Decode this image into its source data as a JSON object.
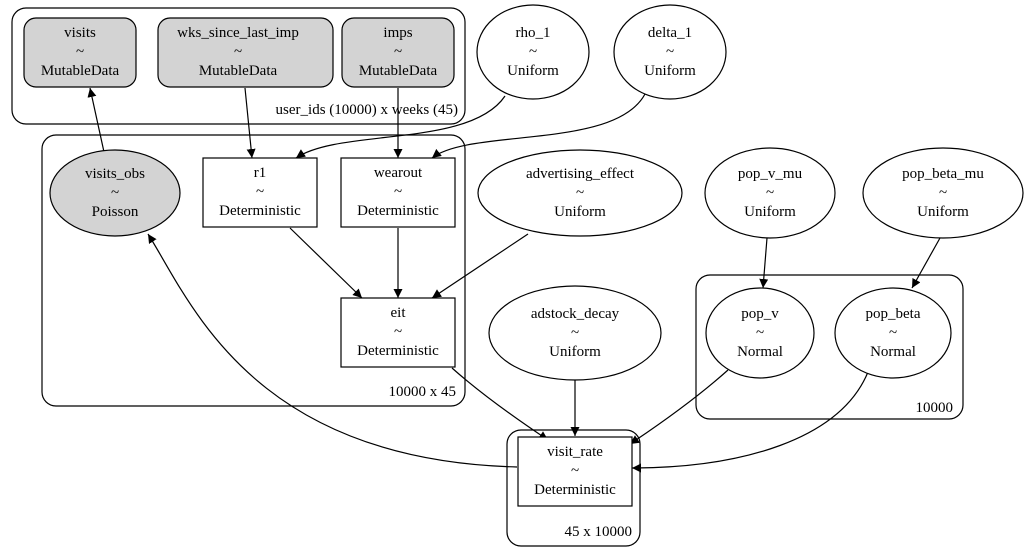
{
  "colors": {
    "observed_fill": "#d3d3d3",
    "latent_fill": "#ffffff",
    "stroke": "#000000"
  },
  "nodes": {
    "visits": {
      "name": "visits",
      "tilde": "~",
      "dist": "MutableData"
    },
    "wks_since_last_imp": {
      "name": "wks_since_last_imp",
      "tilde": "~",
      "dist": "MutableData"
    },
    "imps": {
      "name": "imps",
      "tilde": "~",
      "dist": "MutableData"
    },
    "rho_1": {
      "name": "rho_1",
      "tilde": "~",
      "dist": "Uniform"
    },
    "delta_1": {
      "name": "delta_1",
      "tilde": "~",
      "dist": "Uniform"
    },
    "visits_obs": {
      "name": "visits_obs",
      "tilde": "~",
      "dist": "Poisson"
    },
    "r1": {
      "name": "r1",
      "tilde": "~",
      "dist": "Deterministic"
    },
    "wearout": {
      "name": "wearout",
      "tilde": "~",
      "dist": "Deterministic"
    },
    "advertising_effect": {
      "name": "advertising_effect",
      "tilde": "~",
      "dist": "Uniform"
    },
    "pop_v_mu": {
      "name": "pop_v_mu",
      "tilde": "~",
      "dist": "Uniform"
    },
    "pop_beta_mu": {
      "name": "pop_beta_mu",
      "tilde": "~",
      "dist": "Uniform"
    },
    "eit": {
      "name": "eit",
      "tilde": "~",
      "dist": "Deterministic"
    },
    "adstock_decay": {
      "name": "adstock_decay",
      "tilde": "~",
      "dist": "Uniform"
    },
    "pop_v": {
      "name": "pop_v",
      "tilde": "~",
      "dist": "Normal"
    },
    "pop_beta": {
      "name": "pop_beta",
      "tilde": "~",
      "dist": "Normal"
    },
    "visit_rate": {
      "name": "visit_rate",
      "tilde": "~",
      "dist": "Deterministic"
    }
  },
  "plates": {
    "user_weeks": "user_ids (10000) x weeks (45)",
    "inner": "10000 x 45",
    "pop": "10000",
    "rate": "45 x 10000"
  }
}
